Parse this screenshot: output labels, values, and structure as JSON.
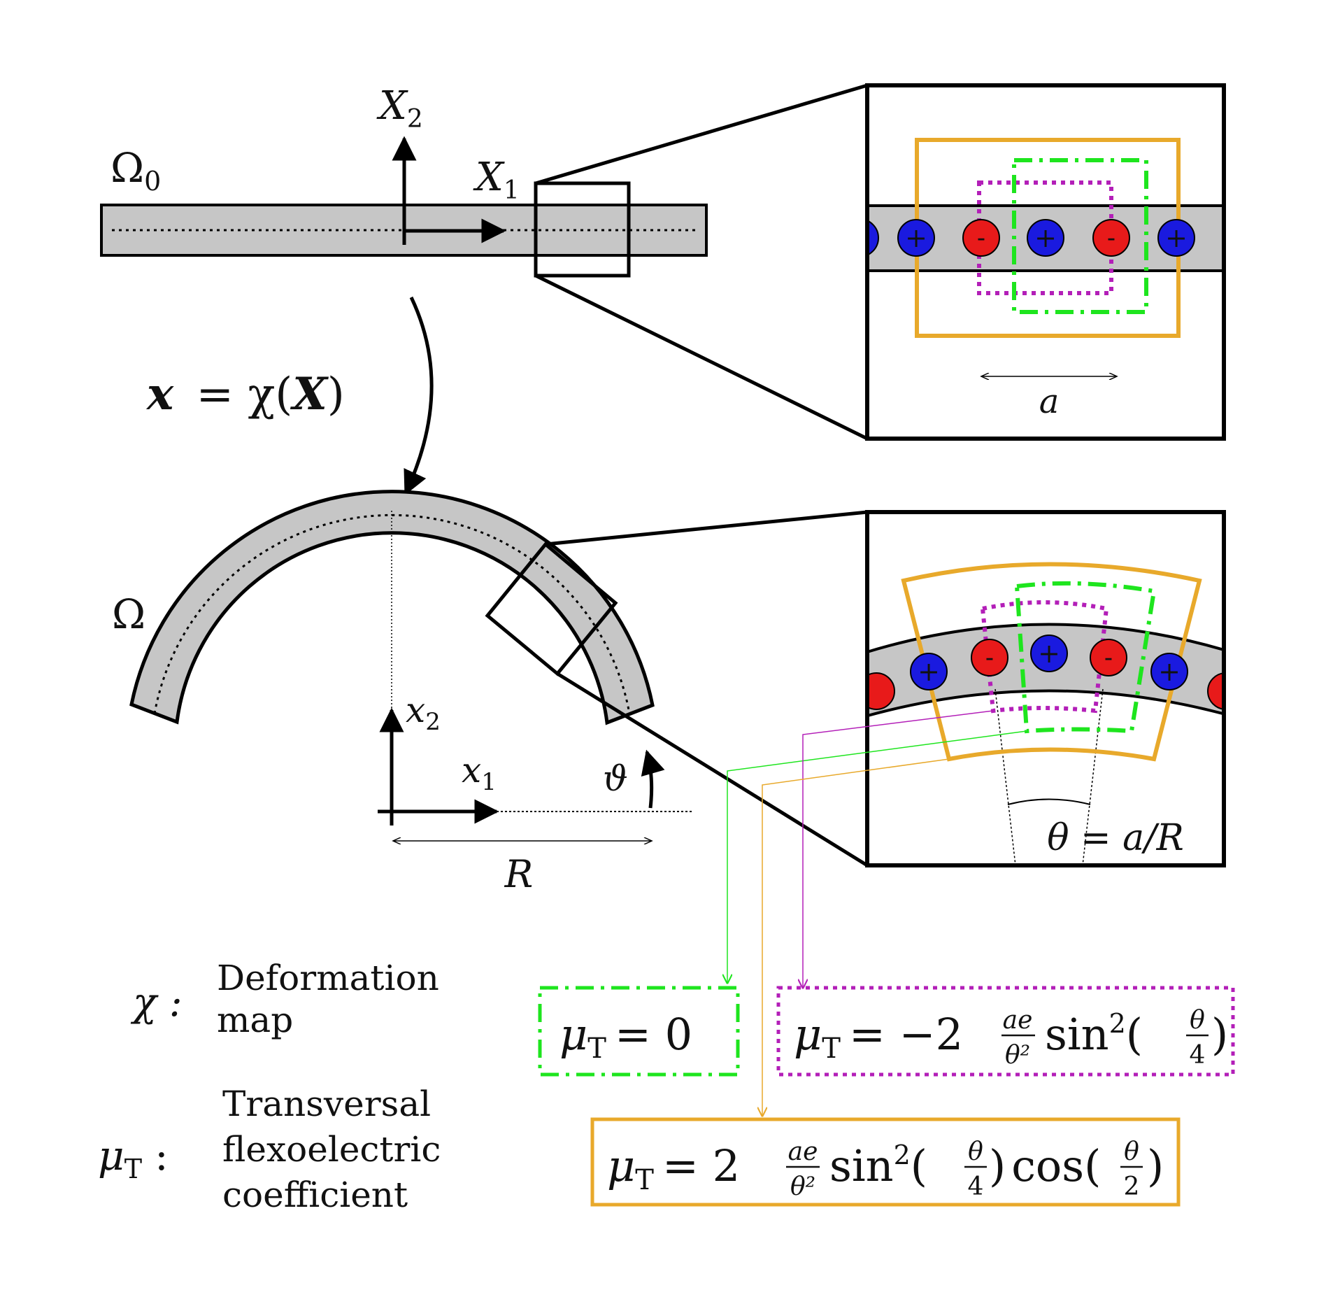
{
  "colors": {
    "beam_fill": "#c6c6c6",
    "positive_charge": "#1a1adf",
    "negative_charge": "#e81a1a",
    "green_cell": "#1ee51e",
    "magenta_cell": "#b31fb8",
    "orange_cell": "#e8a92b",
    "outline": "#000000"
  },
  "labels": {
    "ref_domain": "Ω",
    "ref_domain_sub": "0",
    "def_domain": "Ω",
    "X2": "X",
    "X2_sub": "2",
    "X1": "X",
    "X1_sub": "1",
    "x2": "x",
    "x2_sub": "2",
    "x1": "x",
    "x1_sub": "1",
    "map_lhs": "x",
    "map_eq": "= χ(",
    "map_arg": "X",
    "map_close": ")",
    "radius": "R",
    "angle": "ϑ",
    "lattice_a": "a",
    "theta_rel": "θ = a/R"
  },
  "charges": {
    "plus": "+",
    "minus": "-"
  },
  "legend": {
    "chi_symbol": "χ :",
    "chi_desc_1": "Deformation",
    "chi_desc_2": "map",
    "mu_symbol": "μ",
    "mu_sub": "T",
    "mu_colon": ":",
    "mu_desc_1": "Transversal",
    "mu_desc_2": "flexoelectric",
    "mu_desc_3": "coefficient"
  },
  "formulas": {
    "green": {
      "lhs": "μ",
      "sub": "T",
      "rhs": "= 0"
    },
    "magenta": {
      "lhs": "μ",
      "sub": "T",
      "eq": "= −2",
      "frac_num": "ae",
      "frac_den": "θ²",
      "func": "sin",
      "pow": "2",
      "arg_num": "θ",
      "arg_den": "4"
    },
    "orange": {
      "lhs": "μ",
      "sub": "T",
      "eq": "= 2",
      "frac_num": "ae",
      "frac_den": "θ²",
      "func1": "sin",
      "pow": "2",
      "arg1_num": "θ",
      "arg1_den": "4",
      "func2": "cos",
      "arg2_num": "θ",
      "arg2_den": "2"
    }
  }
}
